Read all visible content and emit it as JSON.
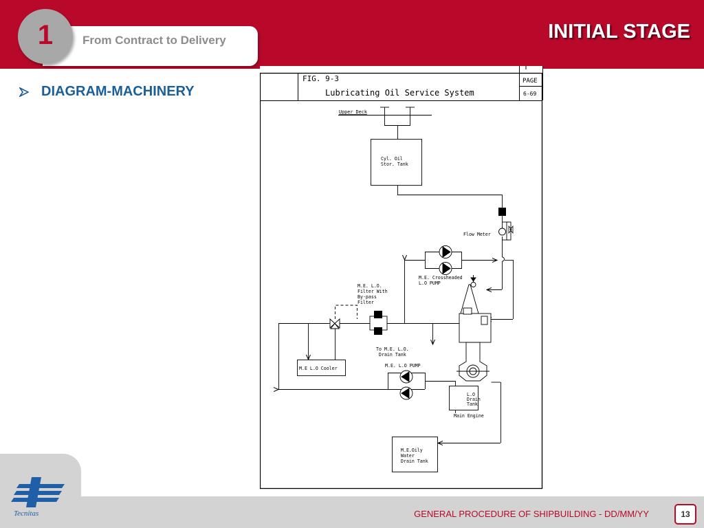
{
  "header": {
    "step_number": "1",
    "step_label": "From Contract to Delivery",
    "stage_title": "INITIAL STAGE"
  },
  "main": {
    "bullet_label": "DIAGRAM-MACHINERY"
  },
  "diagram": {
    "fig_number": "FIG.  9-3",
    "fig_title": "Lubricating Oil Service System",
    "page_label": "PAGE",
    "page_value": "6-69",
    "labels": {
      "upper_deck": "Upper Deck",
      "cyl_oil_tank_1": "Cyl. Oil",
      "cyl_oil_tank_2": "Stor. Tank",
      "flow_meter": "Flow Meter",
      "crosshead_pump_1": "M.E. Crossheaded",
      "crosshead_pump_2": "L.O PUMP",
      "filter_1": "M.E. L.O.",
      "filter_2": "Filter With",
      "filter_3": "By-pass",
      "filter_4": "Filter",
      "to_drain_1": "To M.E. L.O.",
      "to_drain_2": "Drain Tank",
      "cooler": "M.E L.O Cooler",
      "lo_pump": "M.E. L.O PUMP",
      "lo_drain_1": "L.O",
      "lo_drain_2": "Drain",
      "lo_drain_3": "Tank",
      "main_engine": "Main Engine",
      "oily_tank_1": "M.E.Oily",
      "oily_tank_2": "Water",
      "oily_tank_3": "Drain Tank"
    }
  },
  "footer": {
    "logo_text": "Tecnitas",
    "procedure_text": "GENERAL PROCEDURE OF SHIPBUILDING  - DD/MM/YY",
    "page_number": "13"
  },
  "colors": {
    "brand_red": "#b8092a",
    "heading_blue": "#1a5e9a",
    "footer_gray": "#d3d3d3",
    "logo_blue": "#1e5fa8"
  }
}
